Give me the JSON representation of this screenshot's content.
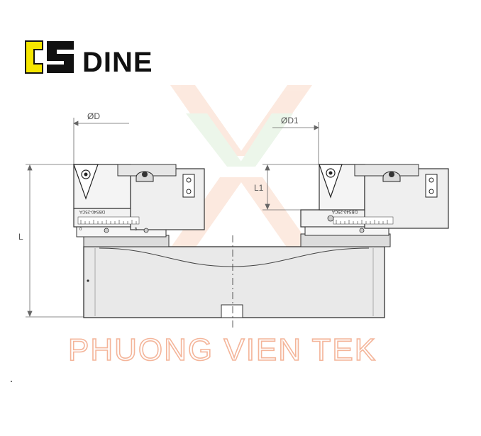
{
  "logo": {
    "text": "DINE",
    "accent_color": "#f5e600",
    "ink_color": "#111111"
  },
  "watermark": {
    "text": "PHUONG VIEN TEK",
    "color": "#f4b59a"
  },
  "dimensions": {
    "d": "ØD",
    "d1": "ØD1",
    "l": "L",
    "l1": "L1"
  },
  "heads": {
    "left_marking": "DBS40-25CA",
    "right_marking": "DBS40-25CA",
    "scale_left": "0",
    "scale_right": "5"
  }
}
